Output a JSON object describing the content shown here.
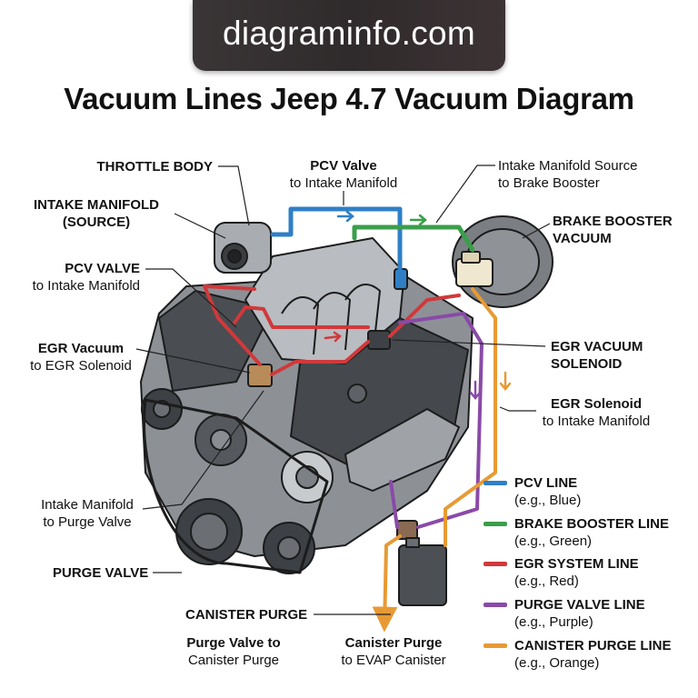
{
  "banner": {
    "text": "diagraminfo.com"
  },
  "title": "Vacuum Lines Jeep 4.7 Vacuum Diagram",
  "colors": {
    "pcv": "#2f7fc6",
    "brake": "#3a9e4a",
    "egr": "#d0393b",
    "purge": "#8a4aa8",
    "canister": "#e79a34"
  },
  "callouts": {
    "throttle_body": "THROTTLE BODY",
    "intake_manifold_source": [
      "INTAKE MANIFOLD",
      "(SOURCE)"
    ],
    "pcv_valve_left": [
      "PCV VALVE",
      "to Intake Manifold"
    ],
    "pcv_valve_top": [
      "PCV Valve",
      "to Intake Manifold"
    ],
    "intake_source_brake": [
      "Intake Manifold Source",
      "to Brake Booster"
    ],
    "brake_booster_vacuum": [
      "BRAKE BOOSTER",
      "VACUUM"
    ],
    "egr_vacuum": [
      "EGR Vacuum",
      "to EGR Solenoid"
    ],
    "egr_vacuum_solenoid": [
      "EGR VACUUM",
      "SOLENOID"
    ],
    "egr_solenoid": [
      "EGR Solenoid",
      "to Intake Manifold"
    ],
    "intake_to_purge": [
      "Intake Manifold",
      "to Purge Valve"
    ],
    "purge_valve": "PURGE VALVE",
    "canister_purge": "CANISTER PURGE",
    "purge_to_canister": [
      "Purge Valve to",
      "Canister Purge"
    ],
    "canister_to_evap": [
      "Canister Purge",
      "to EVAP Canister"
    ]
  },
  "legend": [
    {
      "name": "PCV LINE",
      "example": "(e.g., Blue)",
      "color": "#2f7fc6"
    },
    {
      "name": "BRAKE BOOSTER LINE",
      "example": "(e.g., Green)",
      "color": "#3a9e4a"
    },
    {
      "name": "EGR SYSTEM LINE",
      "example": "(e.g., Red)",
      "color": "#d0393b"
    },
    {
      "name": "PURGE VALVE LINE",
      "example": "(e.g., Purple)",
      "color": "#8a4aa8"
    },
    {
      "name": "CANISTER PURGE LINE",
      "example": "(e.g., Orange)",
      "color": "#e79a34"
    }
  ]
}
